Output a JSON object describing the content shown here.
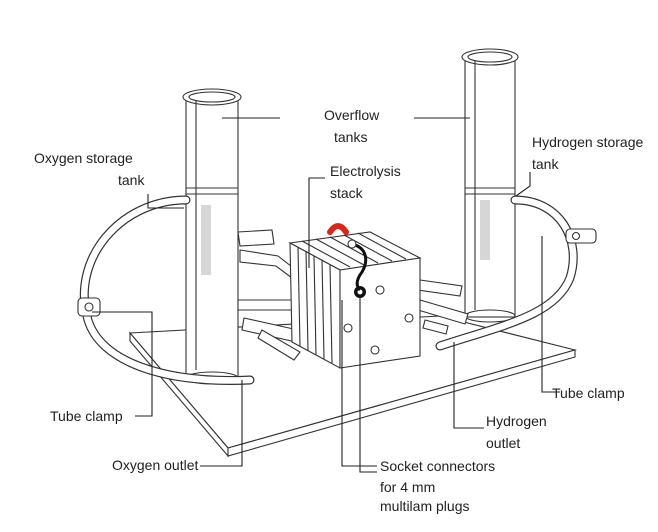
{
  "labels": {
    "overflow": [
      "Overflow",
      "tanks"
    ],
    "electrolysis": [
      "Electrolysis",
      "stack"
    ],
    "oxygen_storage": [
      "Oxygen storage",
      "tank"
    ],
    "hydrogen_storage": [
      "Hydrogen storage",
      "tank"
    ],
    "tube_clamp_left": "Tube clamp",
    "tube_clamp_right": "Tube clamp",
    "oxygen_outlet": "Oxygen outlet",
    "hydrogen_outlet": [
      "Hydrogen",
      "outlet"
    ],
    "socket_connectors": [
      "Socket connectors",
      "for 4 mm",
      "multilam plugs"
    ]
  },
  "colors": {
    "line": "#222222",
    "red_connector": "#d9261c",
    "dark_cable": "#111111"
  }
}
